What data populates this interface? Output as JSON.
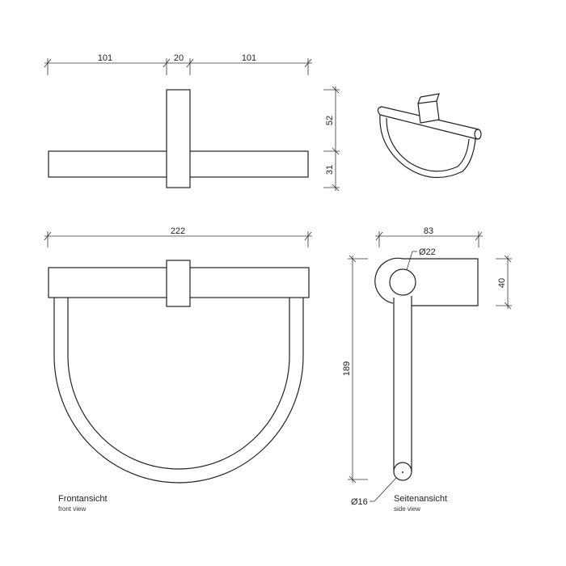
{
  "top_view": {
    "dims": {
      "left": "101",
      "center": "20",
      "right": "101",
      "height_upper": "52",
      "height_lower": "31"
    }
  },
  "front_view": {
    "dims": {
      "width": "222"
    },
    "title": "Frontansicht",
    "subtitle": "front view"
  },
  "side_view": {
    "dims": {
      "depth": "83",
      "height": "189",
      "block_height": "40",
      "bar_diameter": "Ø22",
      "ring_diameter": "Ø16"
    },
    "title": "Seitenansicht",
    "subtitle": "side view"
  }
}
